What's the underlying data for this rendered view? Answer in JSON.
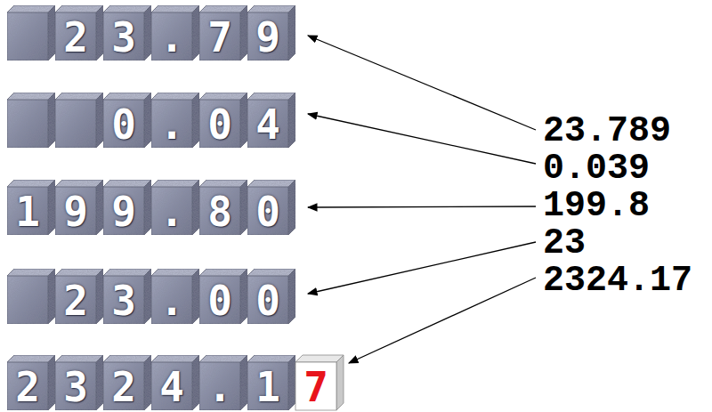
{
  "diagram": {
    "nodes": [
      {
        "text": [
          "23.79"
        ]
      },
      {
        "text": [
          "0.04"
        ]
      },
      {
        "text": [
          "199.80"
        ]
      },
      {
        "text": [
          "23.00"
        ]
      },
      {
        "text": [
          "2324.1"
        ]
      },
      {
        "text": [
          "7"
        ]
      }
    ],
    "labels": [
      "23.789",
      "0.039",
      "199.8",
      "23",
      "2324.17"
    ]
  }
}
